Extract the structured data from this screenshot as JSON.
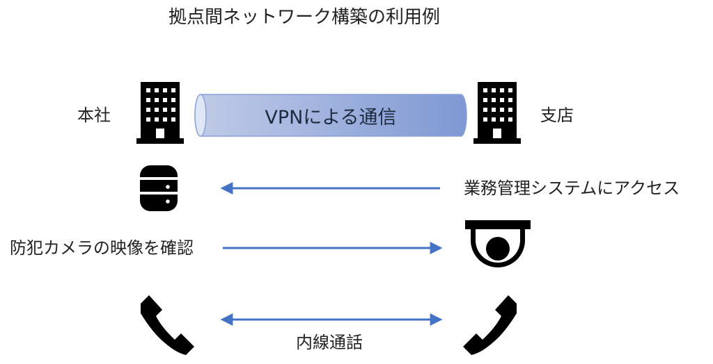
{
  "title": "拠点間ネットワーク構築の利用例",
  "nodes": {
    "head_office": "本社",
    "branch": "支店"
  },
  "tunnel": {
    "label": "VPNによる通信",
    "gradient_start": "#bdc9e8",
    "gradient_end": "#7f99d3",
    "stroke": "#8ea4d8"
  },
  "flows": {
    "business_system": "業務管理システムにアクセス",
    "camera_check": "防犯カメラの映像を確認",
    "extension_call": "内線通話"
  },
  "icons": {
    "building_left": "building-icon",
    "building_right": "building-icon",
    "database": "database-icon",
    "camera": "security-camera-icon",
    "phone_left": "phone-icon",
    "phone_right": "phone-icon"
  },
  "colors": {
    "arrow": "#4472c4",
    "icon": "#000000",
    "text": "#222222"
  }
}
